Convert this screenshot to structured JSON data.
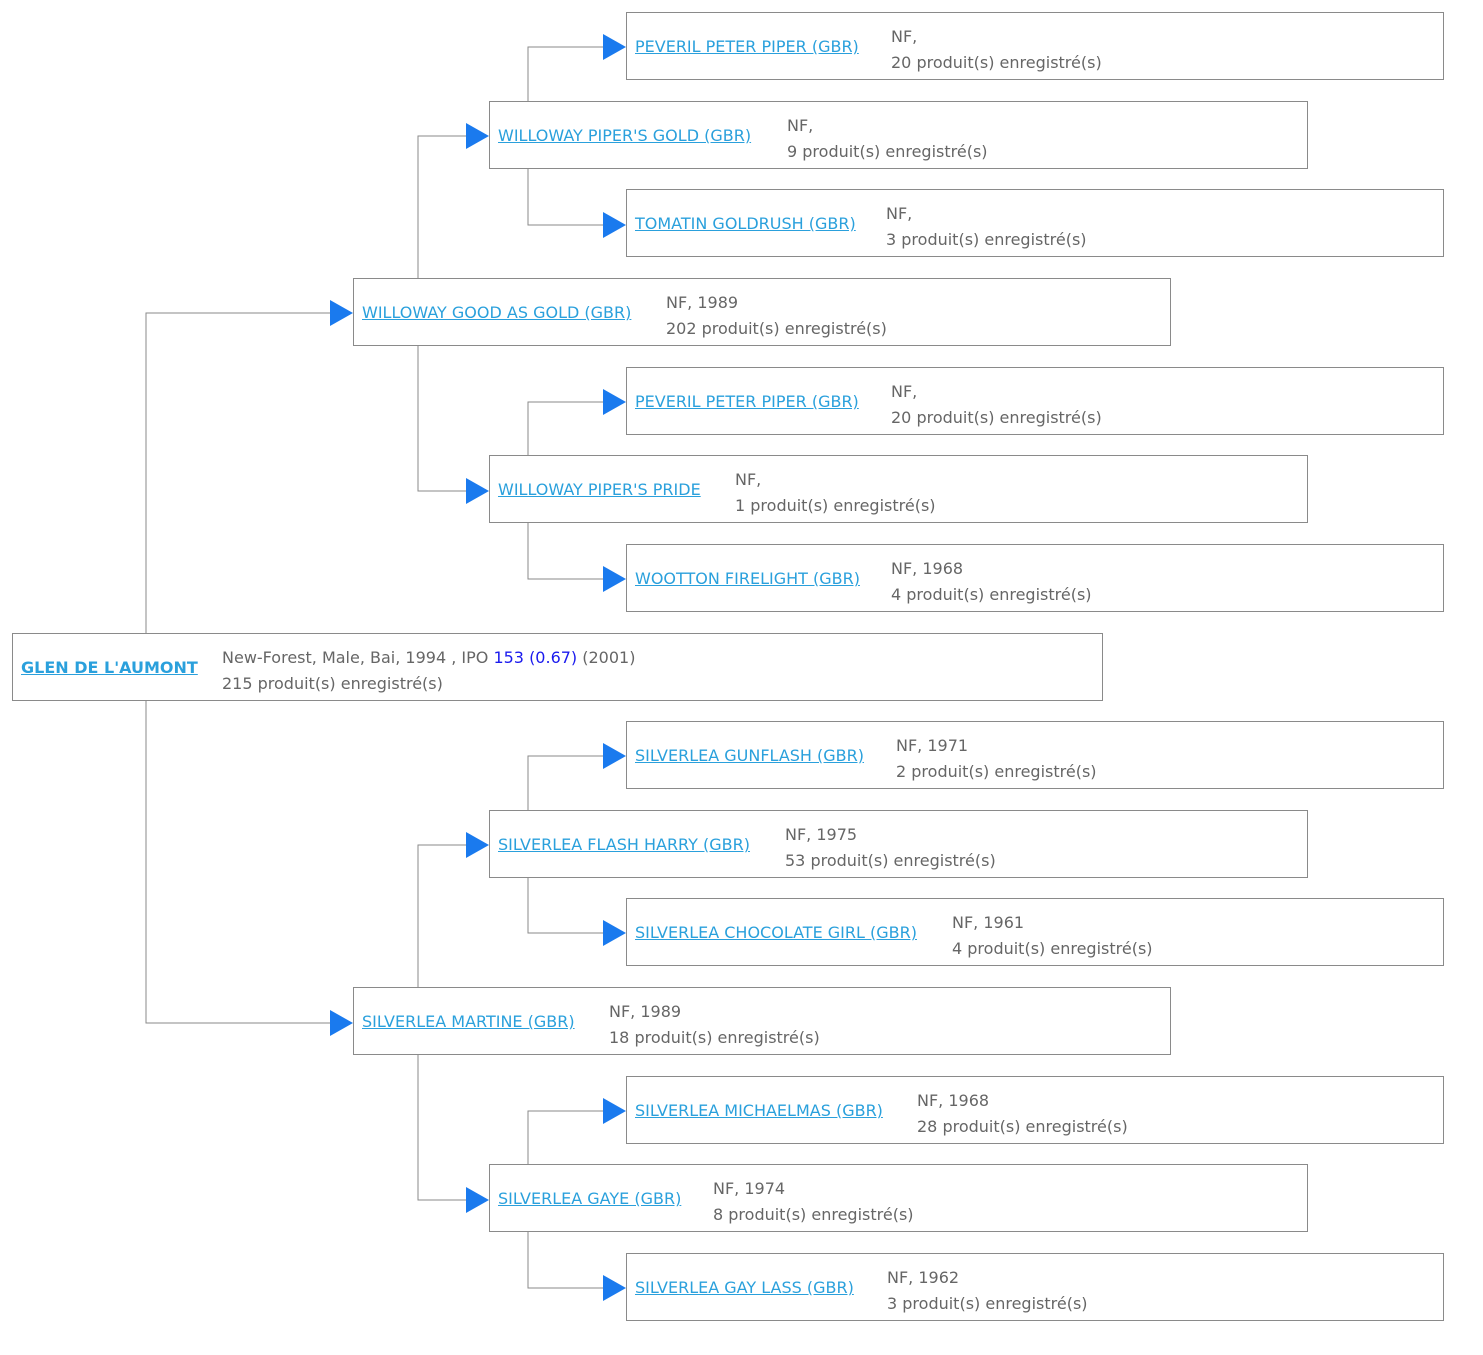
{
  "colors": {
    "link": "#2aa0dc",
    "text": "#666666",
    "arrow": "#1a7aee",
    "border": "#8a8a8a",
    "ipo": "#1a1aee"
  },
  "icons": {
    "arrow": "triangle-right-arrow-icon"
  },
  "root": {
    "name": "GLEN DE L'AUMONT",
    "info_prefix": "New-Forest, Male, Bai, 1994 , IPO ",
    "ipo_value": "153 (0.67)",
    "info_suffix": " (2001)",
    "produits": "215 produit(s) enregistré(s)"
  },
  "nodes": [
    {
      "id": "sire",
      "name": "WILLOWAY GOOD AS GOLD (GBR)",
      "info": "NF, 1989",
      "produits": "202 produit(s) enregistré(s)"
    },
    {
      "id": "dam",
      "name": "SILVERLEA MARTINE (GBR)",
      "info": "NF, 1989",
      "produits": "18 produit(s) enregistré(s)"
    },
    {
      "id": "ss",
      "name": "WILLOWAY PIPER'S GOLD (GBR)",
      "info": "NF,",
      "produits": "9 produit(s) enregistré(s)"
    },
    {
      "id": "sd",
      "name": "WILLOWAY PIPER'S PRIDE",
      "info": "NF,",
      "produits": "1 produit(s) enregistré(s)"
    },
    {
      "id": "ds",
      "name": "SILVERLEA FLASH HARRY (GBR)",
      "info": "NF, 1975",
      "produits": "53 produit(s) enregistré(s)"
    },
    {
      "id": "dd",
      "name": "SILVERLEA GAYE (GBR)",
      "info": "NF, 1974",
      "produits": "8 produit(s) enregistré(s)"
    },
    {
      "id": "sss",
      "name": "PEVERIL PETER PIPER (GBR)",
      "info": "NF,",
      "produits": "20 produit(s) enregistré(s)"
    },
    {
      "id": "ssd",
      "name": "TOMATIN GOLDRUSH (GBR)",
      "info": "NF,",
      "produits": "3 produit(s) enregistré(s)"
    },
    {
      "id": "sds",
      "name": "PEVERIL PETER PIPER (GBR)",
      "info": "NF,",
      "produits": "20 produit(s) enregistré(s)"
    },
    {
      "id": "sdd",
      "name": "WOOTTON FIRELIGHT (GBR)",
      "info": "NF, 1968",
      "produits": "4 produit(s) enregistré(s)"
    },
    {
      "id": "dss",
      "name": "SILVERLEA GUNFLASH (GBR)",
      "info": "NF, 1971",
      "produits": "2 produit(s) enregistré(s)"
    },
    {
      "id": "dsd",
      "name": "SILVERLEA CHOCOLATE GIRL (GBR)",
      "info": "NF, 1961",
      "produits": "4 produit(s) enregistré(s)"
    },
    {
      "id": "dds",
      "name": "SILVERLEA MICHAELMAS (GBR)",
      "info": "NF, 1968",
      "produits": "28 produit(s) enregistré(s)"
    },
    {
      "id": "ddd",
      "name": "SILVERLEA GAY LASS (GBR)",
      "info": "NF, 1962",
      "produits": "3 produit(s) enregistré(s)"
    }
  ]
}
